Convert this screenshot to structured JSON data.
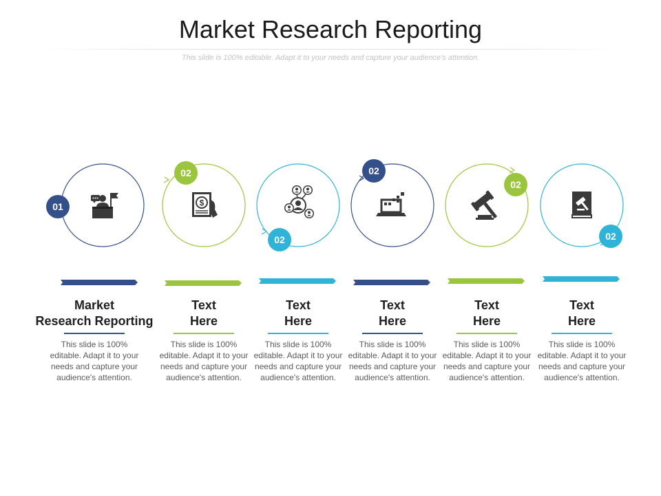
{
  "title": "Market Research Reporting",
  "subtitle": "This slide is 100% editable. Adapt it to your needs and capture your audience's attention.",
  "colors": {
    "navy": "#34508a",
    "green": "#9bc53d",
    "cyan": "#2fb3d6"
  },
  "steps": [
    {
      "badge": "01",
      "color": "navy",
      "icon": "presenter-podium-icon",
      "title_line1": "Market",
      "title_line2": "Research Reporting",
      "text": "This slide is 100% editable. Adapt it to your needs and capture your audience's attention."
    },
    {
      "badge": "02",
      "color": "green",
      "icon": "dollar-report-icon",
      "title_line1": "Text",
      "title_line2": "Here",
      "text": "This slide is 100% editable. Adapt it to your needs and capture your audience's attention."
    },
    {
      "badge": "02",
      "color": "cyan",
      "icon": "people-network-icon",
      "title_line1": "Text",
      "title_line2": "Here",
      "text": "This slide is 100% editable. Adapt it to your needs and capture your audience's attention."
    },
    {
      "badge": "02",
      "color": "navy",
      "icon": "laptop-chart-icon",
      "title_line1": "Text",
      "title_line2": "Here",
      "text": "This slide is 100% editable. Adapt it to your needs and capture your audience's attention."
    },
    {
      "badge": "02",
      "color": "green",
      "icon": "gavel-icon",
      "title_line1": "Text",
      "title_line2": "Here",
      "text": "This slide is 100% editable. Adapt it to your needs and capture your audience's attention."
    },
    {
      "badge": "02",
      "color": "cyan",
      "icon": "law-book-icon",
      "title_line1": "Text",
      "title_line2": "Here",
      "text": "This slide is 100% editable. Adapt it to your needs and capture your audience's attention."
    }
  ]
}
